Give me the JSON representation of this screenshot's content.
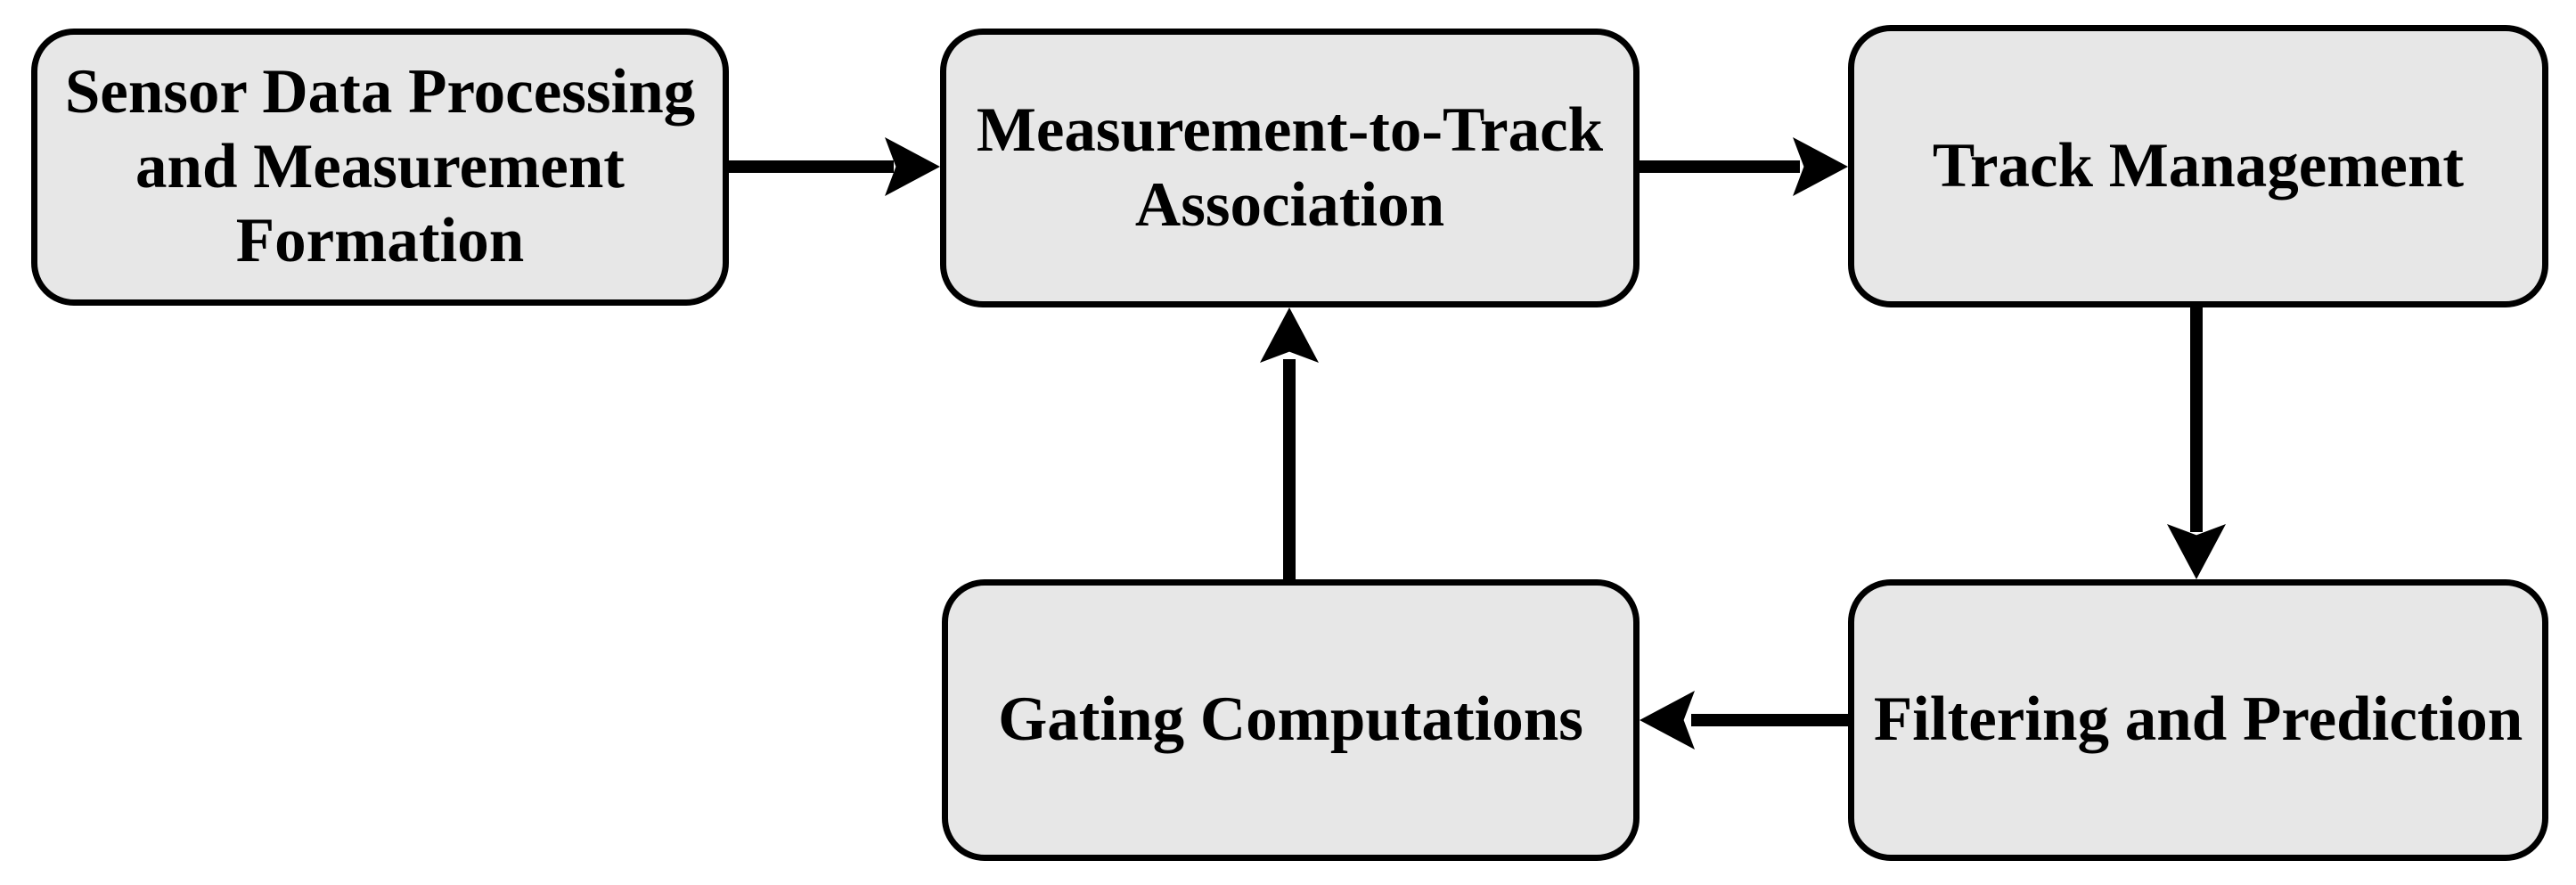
{
  "diagram": {
    "type": "flowchart",
    "colors": {
      "node_fill": "#e7e7e7",
      "node_border": "#000000",
      "arrow_color": "#000000",
      "background": "#ffffff",
      "text": "#000000"
    },
    "nodes": [
      {
        "id": "sensor-data-processing",
        "label": "Sensor Data Processing and Measurement Formation"
      },
      {
        "id": "measurement-to-track-association",
        "label": "Measurement-to-Track Association"
      },
      {
        "id": "track-management",
        "label": "Track Management"
      },
      {
        "id": "gating-computations",
        "label": "Gating Computations"
      },
      {
        "id": "filtering-and-prediction",
        "label": "Filtering and Prediction"
      }
    ],
    "edges": [
      {
        "from": "sensor-data-processing",
        "to": "measurement-to-track-association",
        "direction": "right"
      },
      {
        "from": "measurement-to-track-association",
        "to": "track-management",
        "direction": "right"
      },
      {
        "from": "track-management",
        "to": "filtering-and-prediction",
        "direction": "down"
      },
      {
        "from": "filtering-and-prediction",
        "to": "gating-computations",
        "direction": "left"
      },
      {
        "from": "gating-computations",
        "to": "measurement-to-track-association",
        "direction": "up"
      }
    ]
  }
}
